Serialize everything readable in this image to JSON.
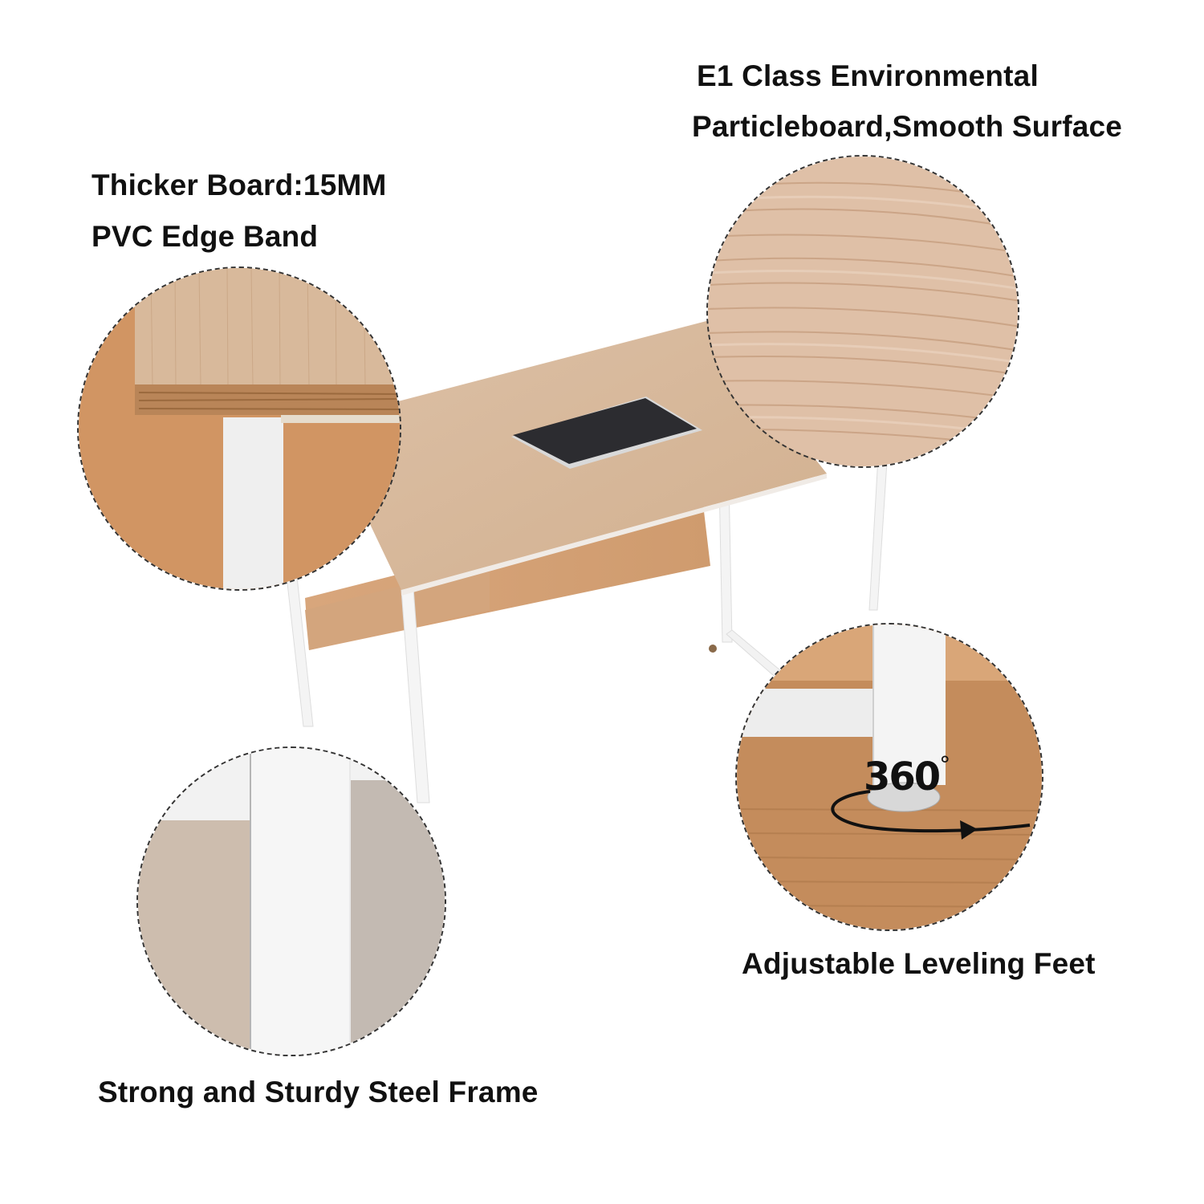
{
  "labels": {
    "surface_line1": "E1 Class Environmental",
    "surface_line2": "Particleboard,Smooth Surface",
    "board_line1": "Thicker Board:15MM",
    "board_line2": "PVC Edge Band",
    "frame": "Strong and Sturdy Steel Frame",
    "feet": "Adjustable Leveling Feet",
    "rotation_badge": "360",
    "rotation_degree": "°"
  },
  "colors": {
    "wood_light": "#dcbfa4",
    "wood_mid": "#d1a67e",
    "wood_dark": "#b98558",
    "steel_white": "#f3f3f3",
    "tablet": "#2c2c30",
    "text": "#111111"
  }
}
